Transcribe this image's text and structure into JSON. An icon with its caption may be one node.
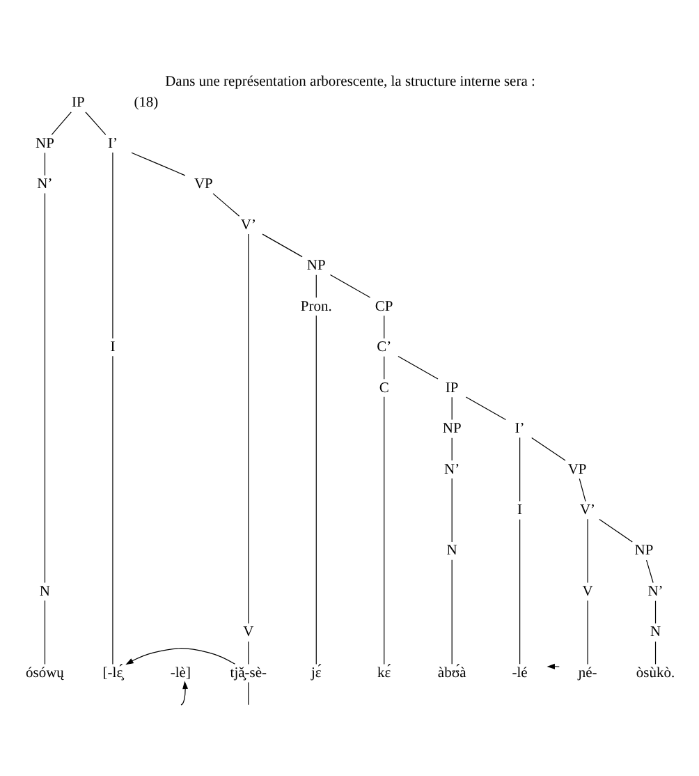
{
  "diagram": {
    "title": "Dans une représentation arborescente, la structure interne sera :",
    "nodes": [
      {
        "text": [
          "IP"
        ]
      },
      {
        "text": [
          "NP"
        ]
      },
      {
        "text": [
          "N’"
        ]
      },
      {
        "text": [
          "N"
        ]
      },
      {
        "text": [
          "I’"
        ]
      },
      {
        "text": [
          "I"
        ]
      },
      {
        "text": [
          "VP"
        ]
      },
      {
        "text": [
          "V’"
        ]
      },
      {
        "text": [
          "V"
        ]
      },
      {
        "text": [
          "NP"
        ]
      },
      {
        "text": [
          "Pron."
        ]
      },
      {
        "text": [
          "CP"
        ]
      },
      {
        "text": [
          "C’"
        ]
      },
      {
        "text": [
          "C"
        ]
      },
      {
        "text": [
          "IP"
        ]
      },
      {
        "text": [
          "NP"
        ]
      },
      {
        "text": [
          "N’"
        ]
      },
      {
        "text": [
          "N"
        ]
      },
      {
        "text": [
          "I’"
        ]
      },
      {
        "text": [
          "I"
        ]
      },
      {
        "text": [
          "VP"
        ]
      },
      {
        "text": [
          "V’"
        ]
      },
      {
        "text": [
          "V"
        ]
      },
      {
        "text": [
          "NP"
        ]
      },
      {
        "text": [
          "N’"
        ]
      },
      {
        "text": [
          "N"
        ]
      },
      {
        "text": [
          "ósówų"
        ]
      },
      {
        "text": [
          "[-lɛ̧́"
        ]
      },
      {
        "text": [
          "-lè]"
        ]
      },
      {
        "text": [
          "tjǎ̧-sè-"
        ]
      },
      {
        "text": [
          "jɛ́"
        ]
      },
      {
        "text": [
          "kɛ́"
        ]
      },
      {
        "text": [
          "àbʊ́à"
        ]
      },
      {
        "text": [
          "-lé"
        ]
      },
      {
        "text": [
          "ɲé-"
        ]
      },
      {
        "text": [
          "òsùkò."
        ]
      }
    ],
    "edges": [
      {
        "from": 0,
        "to": 1,
        "arrow": "none"
      },
      {
        "from": 0,
        "to": 4,
        "arrow": "none"
      },
      {
        "from": 1,
        "to": 2,
        "arrow": "none"
      },
      {
        "from": 2,
        "to": 3,
        "arrow": "none"
      },
      {
        "from": 4,
        "to": 5,
        "arrow": "none"
      },
      {
        "from": 4,
        "to": 6,
        "arrow": "none"
      },
      {
        "from": 6,
        "to": 7,
        "arrow": "none"
      },
      {
        "from": 7,
        "to": 8,
        "arrow": "none"
      },
      {
        "from": 7,
        "to": 9,
        "arrow": "none"
      },
      {
        "from": 9,
        "to": 10,
        "arrow": "none"
      },
      {
        "from": 9,
        "to": 11,
        "arrow": "none"
      },
      {
        "from": 11,
        "to": 12,
        "arrow": "none"
      },
      {
        "from": 12,
        "to": 13,
        "arrow": "none"
      },
      {
        "from": 12,
        "to": 14,
        "arrow": "none"
      },
      {
        "from": 14,
        "to": 15,
        "arrow": "none"
      },
      {
        "from": 14,
        "to": 18,
        "arrow": "none"
      },
      {
        "from": 15,
        "to": 16,
        "arrow": "none"
      },
      {
        "from": 16,
        "to": 17,
        "arrow": "none"
      },
      {
        "from": 18,
        "to": 19,
        "arrow": "none"
      },
      {
        "from": 18,
        "to": 20,
        "arrow": "none"
      },
      {
        "from": 20,
        "to": 21,
        "arrow": "none"
      },
      {
        "from": 21,
        "to": 22,
        "arrow": "none"
      },
      {
        "from": 21,
        "to": 23,
        "arrow": "none"
      },
      {
        "from": 23,
        "to": 24,
        "arrow": "none"
      },
      {
        "from": 24,
        "to": 25,
        "arrow": "none"
      },
      {
        "from": 3,
        "to": 26,
        "arrow": "none"
      },
      {
        "from": 5,
        "to": 27,
        "arrow": "none"
      },
      {
        "from": 8,
        "to": 29,
        "arrow": "none"
      },
      {
        "from": 10,
        "to": 30,
        "arrow": "none"
      },
      {
        "from": 13,
        "to": 31,
        "arrow": "none"
      },
      {
        "from": 17,
        "to": 32,
        "arrow": "none"
      },
      {
        "from": 19,
        "to": 33,
        "arrow": "none"
      },
      {
        "from": 22,
        "to": 34,
        "arrow": "none"
      },
      {
        "from": 25,
        "to": 35,
        "arrow": "none"
      },
      {
        "from": 29,
        "to": 27,
        "arrow": "to"
      },
      {
        "from": null,
        "to": 28,
        "arrow": "to"
      },
      {
        "from": 29,
        "to": null,
        "arrow": "none"
      },
      {
        "from": 34,
        "to": 33,
        "arrow": "to"
      }
    ],
    "labels": [
      "(18)"
    ]
  }
}
